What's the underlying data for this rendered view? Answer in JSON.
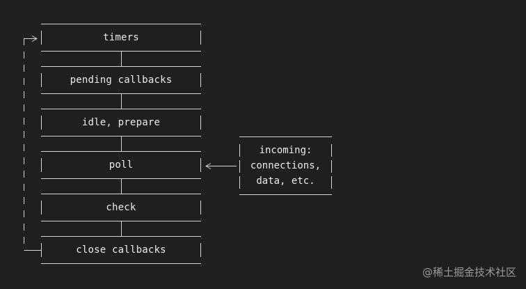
{
  "diagram": {
    "phases": [
      {
        "id": "timers",
        "label": "timers"
      },
      {
        "id": "pending-callbacks",
        "label": "pending callbacks"
      },
      {
        "id": "idle-prepare",
        "label": "idle, prepare"
      },
      {
        "id": "poll",
        "label": "poll"
      },
      {
        "id": "check",
        "label": "check"
      },
      {
        "id": "close-callbacks",
        "label": "close callbacks"
      }
    ],
    "incoming": {
      "lines": [
        "incoming:",
        "connections,",
        "data, etc."
      ]
    }
  },
  "watermark": "@稀土掘金技术社区",
  "colors": {
    "background": "#1f1f1f",
    "line": "#d6d6d6",
    "text": "#ececec",
    "watermark": "#9a9a9a"
  }
}
